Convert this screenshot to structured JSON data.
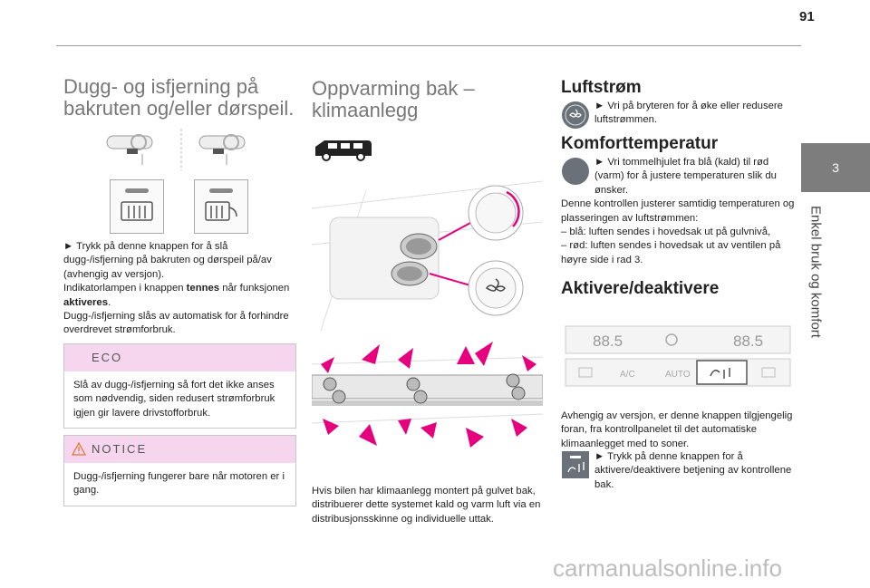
{
  "page_number": "91",
  "side_tab": {
    "number": "3",
    "label": "Enkel bruk og komfort"
  },
  "col1": {
    "title": "Dugg- og isfjerning på bakruten og/eller dørspeil.",
    "para1": "► Trykk på denne knappen for å slå dugg-/isfjerning på bakruten og dørspeil på/av (avhengig av versjon).",
    "para2_pre": "Indikatorlampen i knappen ",
    "para2_bold1": "tennes",
    "para2_mid": " når funksjonen ",
    "para2_bold2": "aktiveres",
    "para2_end": ".",
    "para3": "Dugg-/isfjerning slås av automatisk for å forhindre overdrevet strømforbruk.",
    "eco": {
      "head": "ECO",
      "body": "Slå av dugg-/isfjerning så fort det ikke anses som nødvendig, siden redusert strømforbruk igjen gir lavere drivstofforbruk."
    },
    "notice": {
      "head": "NOTICE",
      "body": "Dugg-/isfjerning fungerer bare når motoren er i gang."
    }
  },
  "col2": {
    "title": "Oppvarming bak – klimaanlegg",
    "caption": "Hvis bilen har klimaanlegg montert på gulvet bak, distribuerer dette systemet kald og varm luft via en distribusjonsskinne og individuelle uttak."
  },
  "col3": {
    "airflow_title": "Luftstrøm",
    "airflow_text": "► Vri på bryteren for å øke eller redusere luftstrømmen.",
    "comfort_title": "Komforttemperatur",
    "comfort_text": "► Vri tommelhjulet fra blå (kald) til rød (varm) for å justere temperaturen slik du ønsker.",
    "comfort_text2": "Denne kontrollen justerer samtidig temperaturen og plasseringen av luftstrømmen:",
    "comfort_blue": "– blå: luften sendes i hovedsak ut på gulvnivå,",
    "comfort_red": "– rød: luften sendes i hovedsak ut av ventilen på høyre side i rad 3.",
    "activate_title": "Aktivere/deaktivere",
    "panel_labels": {
      "left_display": "88.5",
      "right_display": "88.5",
      "ac": "A/C",
      "auto": "AUTO"
    },
    "activate_text1": "Avhengig av versjon, er denne knappen tilgjengelig foran, fra kontrollpanelet til det automatiske klimaanlegget med to soner.",
    "activate_text2": "► Trykk på denne knappen for å aktivere/deaktivere betjening av kontrollene bak."
  },
  "watermark": "carmanualsonline.info",
  "colors": {
    "accent_pink": "#e6007e",
    "box_header": "#f6d5ee",
    "side_tab": "#7d7d7d"
  }
}
